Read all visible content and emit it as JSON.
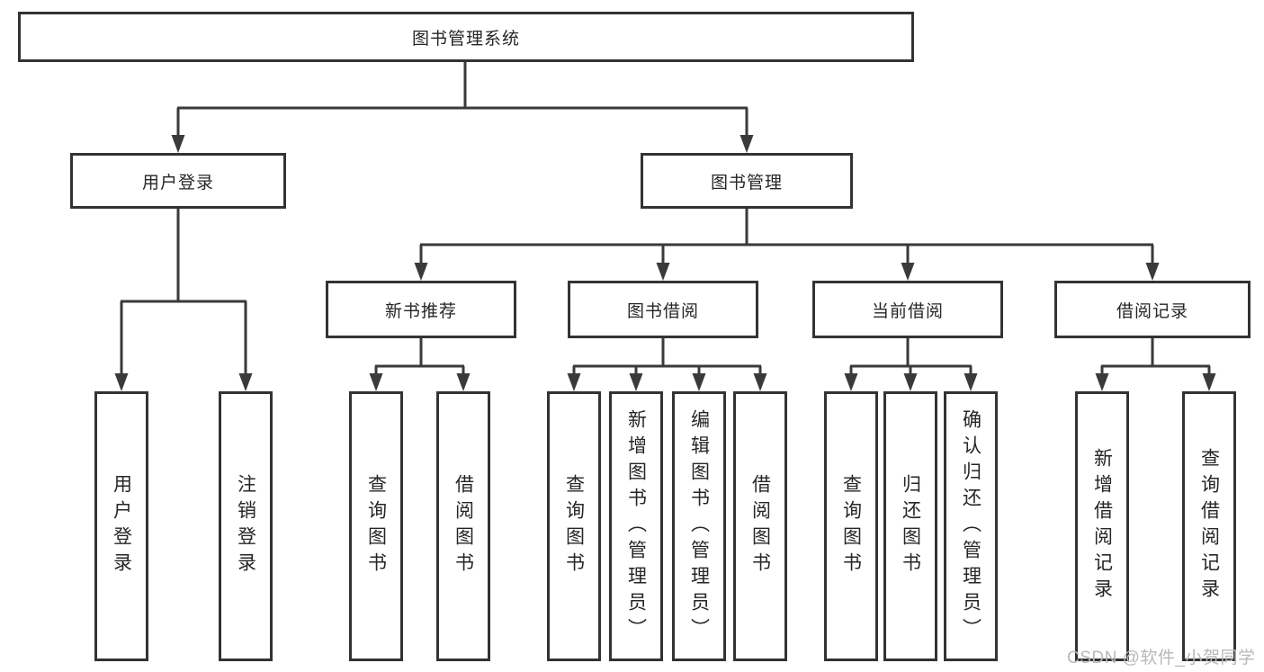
{
  "tree": {
    "label": "图书管理系统",
    "children": [
      {
        "label": "用户登录",
        "children": [
          {
            "label": "用户登录"
          },
          {
            "label": "注销登录"
          }
        ]
      },
      {
        "label": "图书管理",
        "children": [
          {
            "label": "新书推荐",
            "children": [
              {
                "label": "查询图书"
              },
              {
                "label": "借阅图书"
              }
            ]
          },
          {
            "label": "图书借阅",
            "children": [
              {
                "label": "查询图书"
              },
              {
                "label": "新增图书（管理员）"
              },
              {
                "label": "编辑图书（管理员）"
              },
              {
                "label": "借阅图书"
              }
            ]
          },
          {
            "label": "当前借阅",
            "children": [
              {
                "label": "查询图书"
              },
              {
                "label": "归还图书"
              },
              {
                "label": "确认归还（管理员）"
              }
            ]
          },
          {
            "label": "借阅记录",
            "children": [
              {
                "label": "新增借阅记录"
              },
              {
                "label": "查询借阅记录"
              }
            ]
          }
        ]
      }
    ]
  },
  "watermark": "CSDN @软件_小贺同学",
  "colors": {
    "line": "#3a3a3a",
    "border": "#333333",
    "text": "#262626",
    "background": "#ffffff",
    "watermark": "#b8b8b8"
  }
}
